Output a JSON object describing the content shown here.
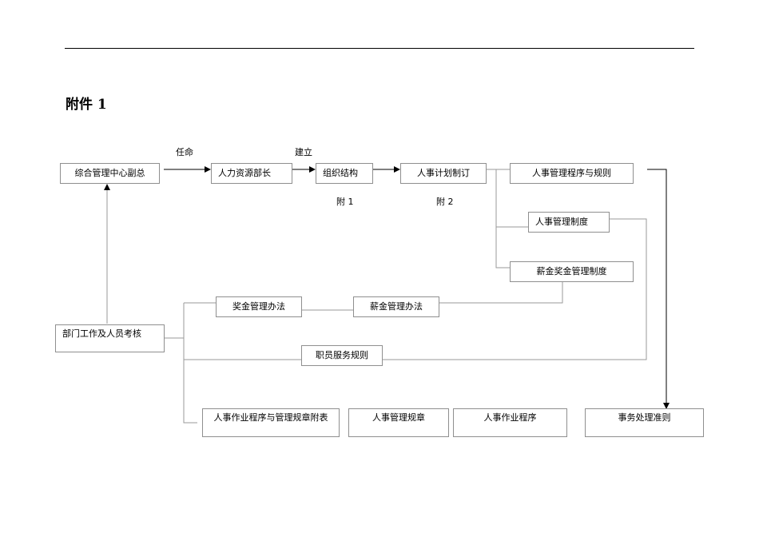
{
  "page": {
    "heading": "附件 1"
  },
  "diagram": {
    "nodes": {
      "deputy_gm": "综合管理中心副总",
      "hr_manager": "人力资源部长",
      "org_structure": "组织结构",
      "hr_plan": "人事计划制订",
      "hr_procedures_rules": "人事管理程序与规则",
      "hr_system": "人事管理制度",
      "salary_bonus_system": "薪金奖金管理制度",
      "bonus_method": "奖金管理办法",
      "salary_method": "薪金管理办法",
      "dept_work_review": "部门工作及人员考核",
      "staff_service_rules": "职员服务规则",
      "hr_forms_appendix": "人事作业程序与管理规章附表",
      "hr_regulations": "人事管理规章",
      "hr_operation_procedures": "人事作业程序",
      "affairs_guidelines": "事务处理准则"
    },
    "edge_labels": {
      "appoint": "任命",
      "establish": "建立",
      "appendix_1": "附 1",
      "appendix_2": "附 2"
    }
  }
}
